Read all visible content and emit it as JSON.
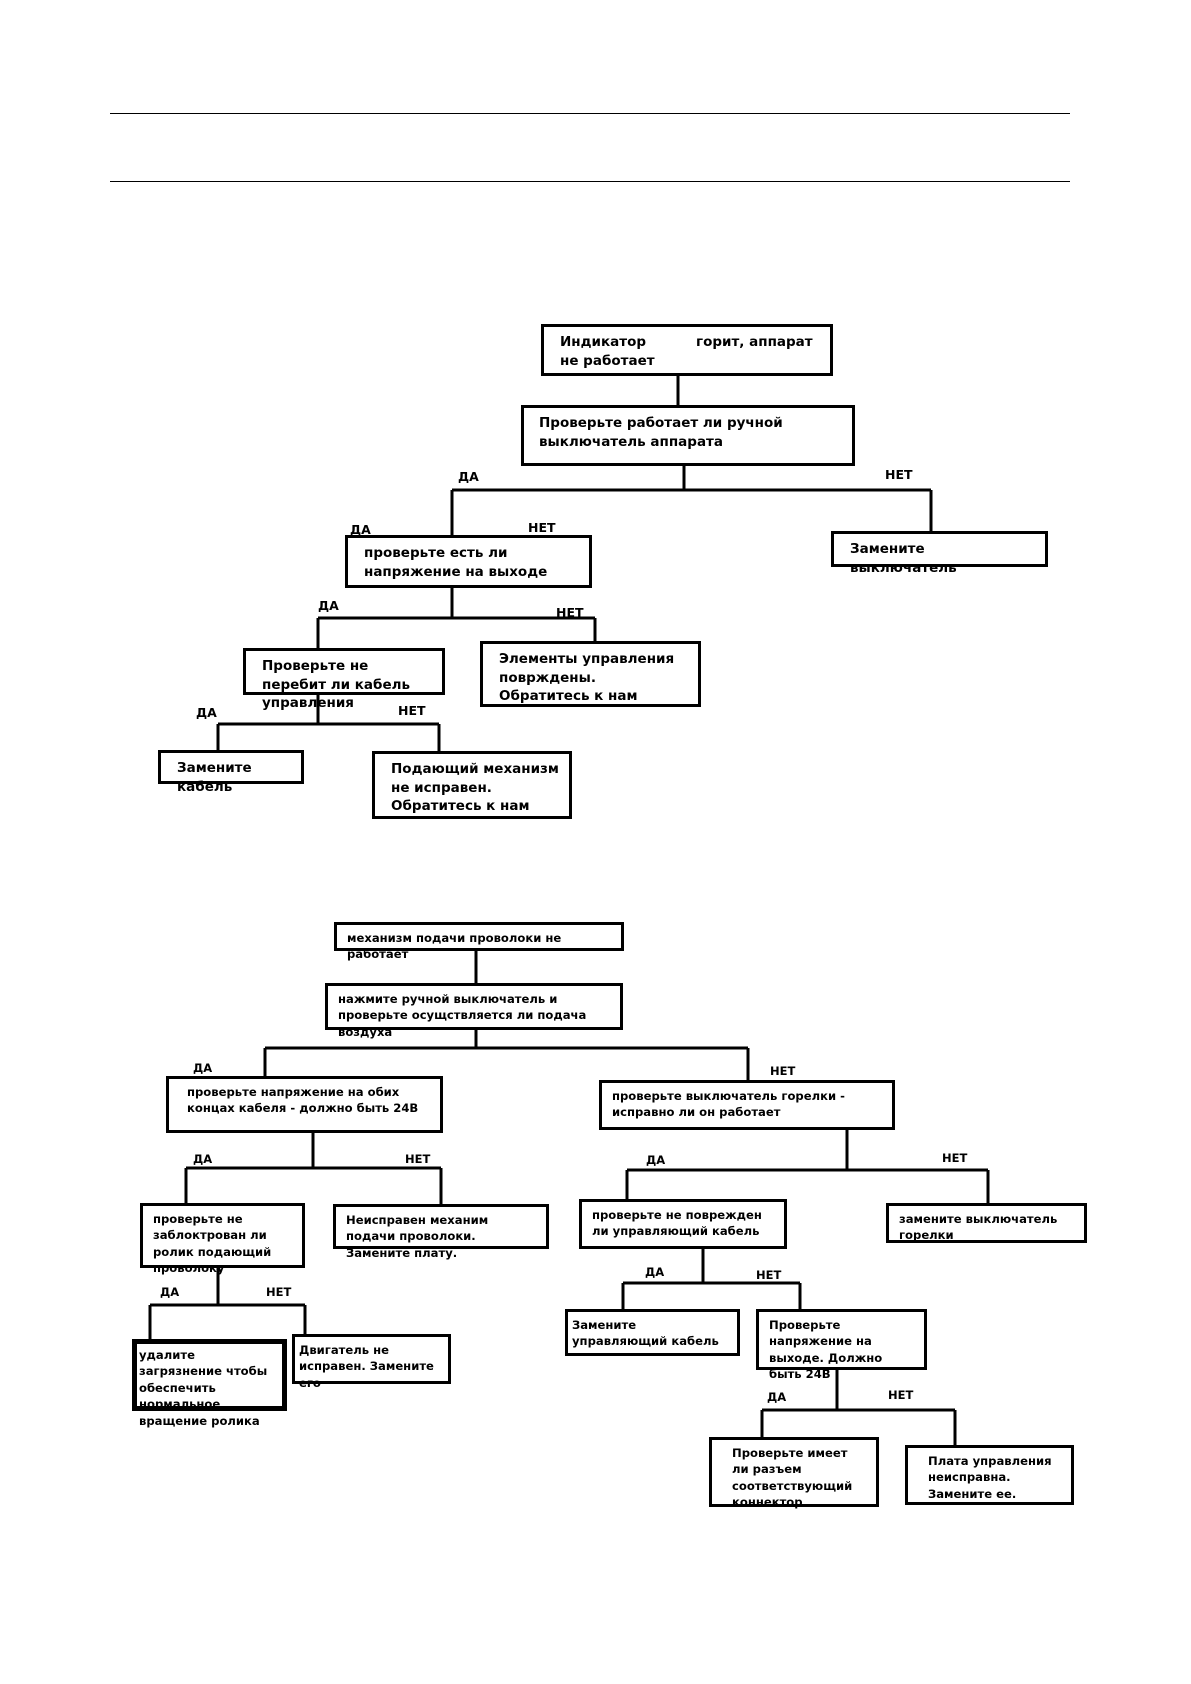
{
  "diagram1": {
    "root": {
      "before": "Индикатор",
      "after": "горит, аппарат не работает"
    },
    "check_switch": "Проверьте работает ли ручной выключатель аппарата",
    "replace_switch": "Замените выключатель",
    "check_voltage": "проверьте есть ли напряжение на выходе",
    "controls_damaged": "Элементы управления поврждены. Обратитесь к нам",
    "check_cable": "Проверьте не перебит ли кабель управления",
    "replace_cable": "Замените кабель",
    "feeder_faulty": "Подающий механизм не исправен. Обратитесь к нам"
  },
  "diagram2": {
    "root": "механизм подачи проволоки не работает",
    "press_switch": "нажмите ручной выключатель и проверьте осущствляется ли подача воздуха",
    "check_cable_voltage": "проверьте напряжение на обих концах кабеля  - должно быть 24В",
    "check_torch_switch": "проверьте выключатель горелки - исправно ли он работает",
    "check_roller": "проверьте не заблоктрован ли ролик подающий проволоку",
    "feeder_faulty_board": "Неисправен механим подачи проволоки. Замените плату.",
    "check_control_cable": "проверьте не поврежден ли управляющий кабель",
    "replace_torch_switch": "замените выключатель горелки",
    "remove_dirt": "удалите загрязнение чтобы обеспечить нормальное вращение ролика",
    "motor_faulty": "Двигатель не исправен. Замените его",
    "replace_control_cable": "Замените управляющий кабель",
    "check_output_voltage": "Проверьте напряжение на выходе. Должно быть 24В",
    "check_connector": "Проверьте имеет ли разъем соответствующий коннектор",
    "board_faulty": "Плата управления неисправна. Замените ее."
  },
  "labels": {
    "yes": "ДА",
    "no": "НЕТ"
  }
}
